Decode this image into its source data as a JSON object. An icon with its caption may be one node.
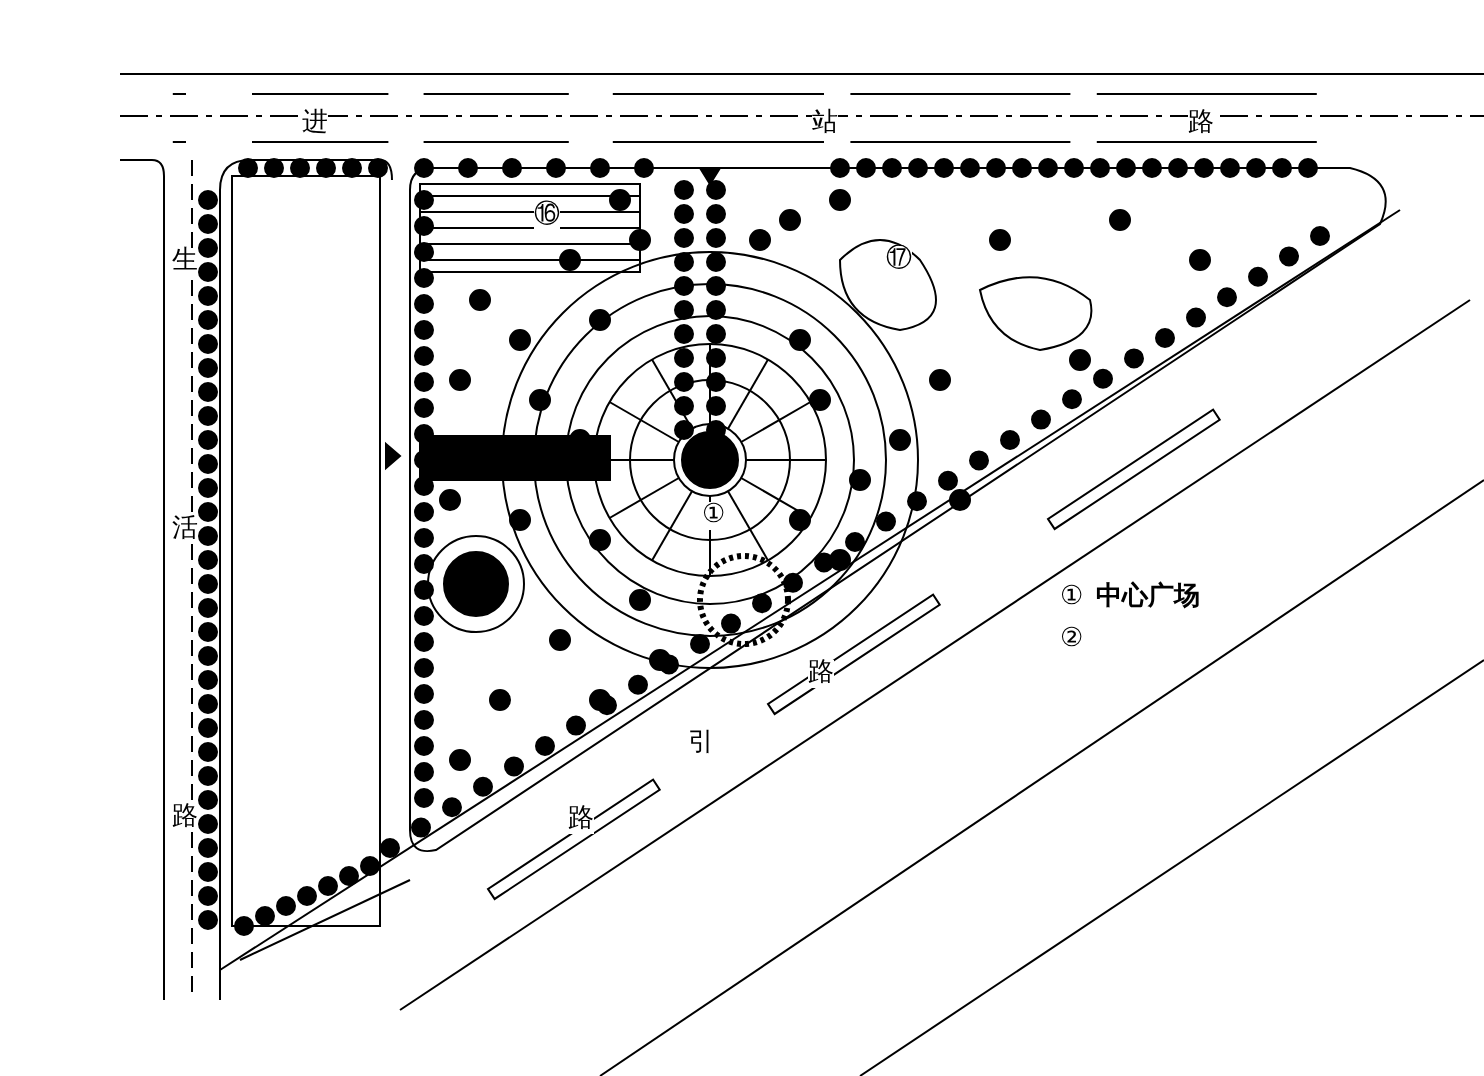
{
  "diagram": {
    "labels": [
      "进",
      "站",
      "路",
      "生",
      "活",
      "路",
      "路",
      "引",
      "路",
      "⑯",
      "⑰",
      "①",
      "①",
      "中心广场",
      "②"
    ]
  }
}
